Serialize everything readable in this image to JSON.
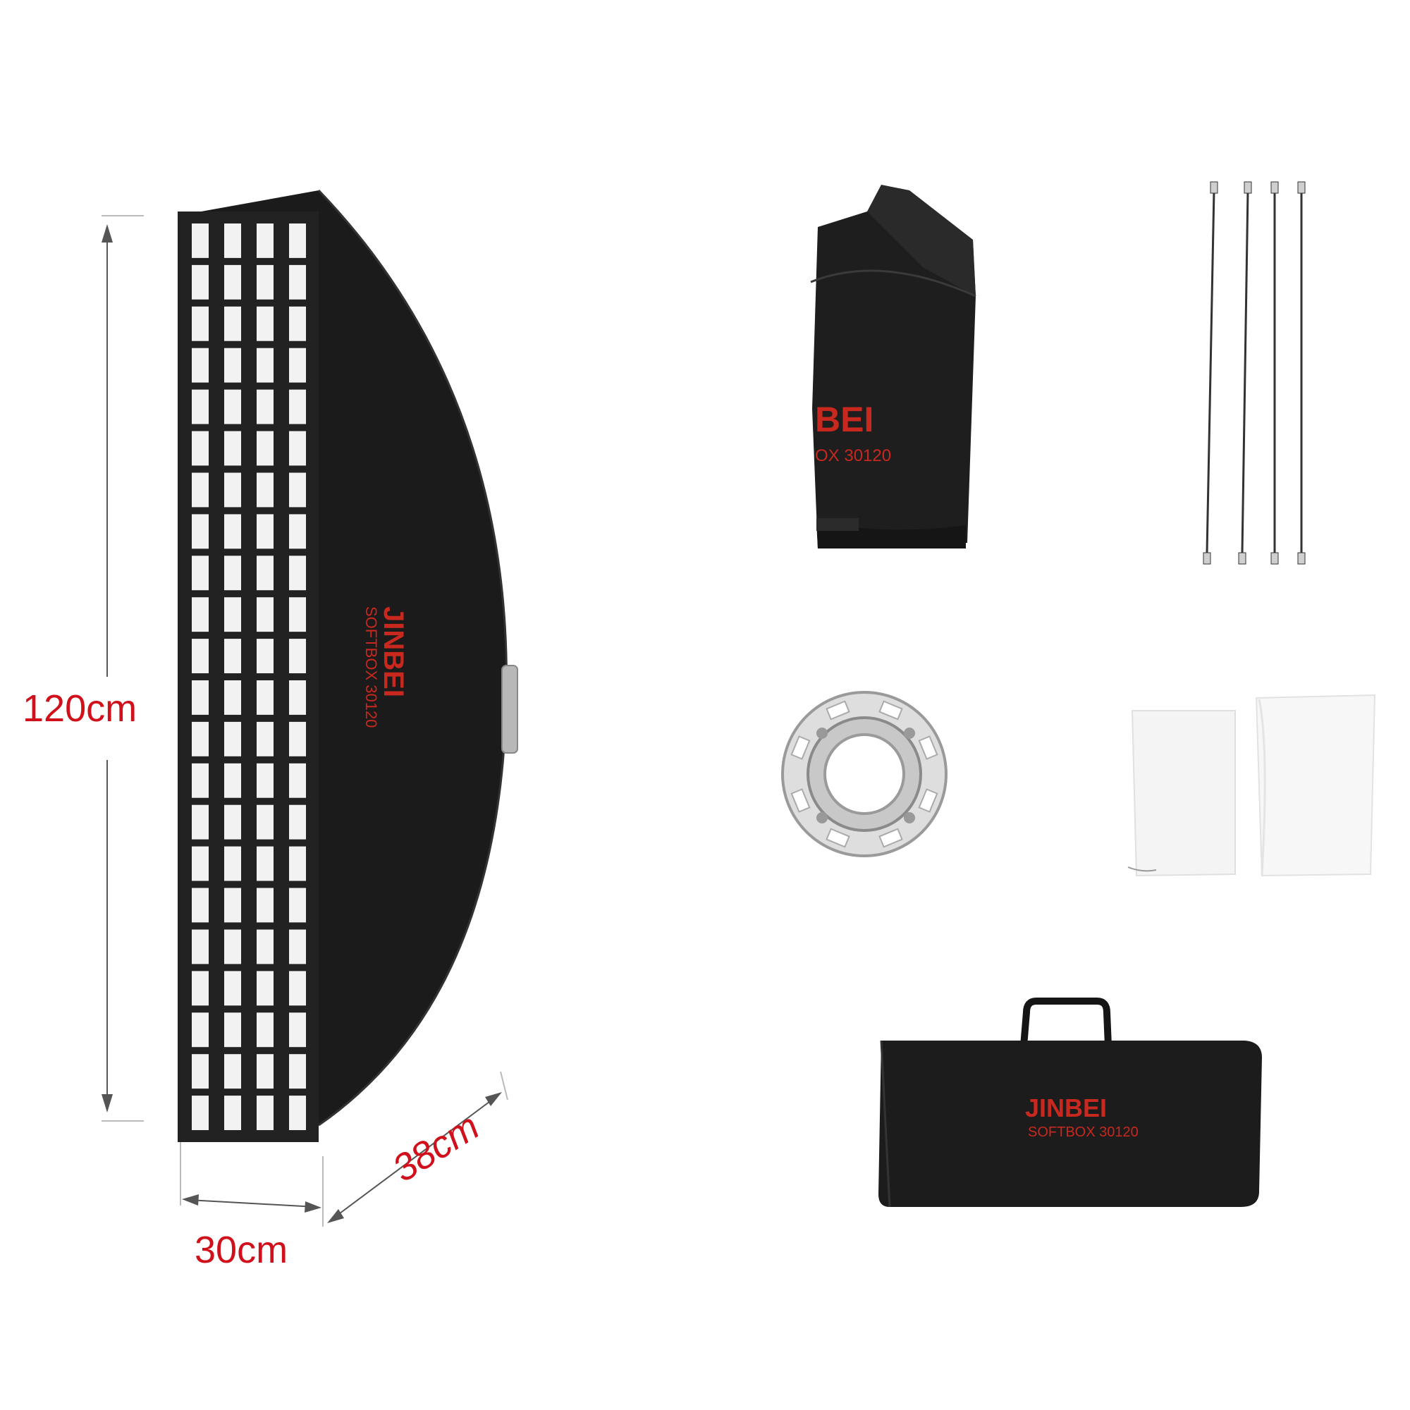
{
  "dimensions": {
    "height": "120cm",
    "width": "30cm",
    "depth": "38cm"
  },
  "softbox": {
    "brand": "JINBEI",
    "model": "SOFTBOX 30120"
  },
  "folded_softbox": {
    "brand_visible": "BEI",
    "model_visible": "OX 30120"
  },
  "carry_bag": {
    "brand": "JINBEI",
    "model": "SOFTBOX 30120"
  },
  "colors": {
    "brand_red": "#c8281e",
    "dimension_red": "#d0101b",
    "fabric_black": "#1a1a1a"
  }
}
